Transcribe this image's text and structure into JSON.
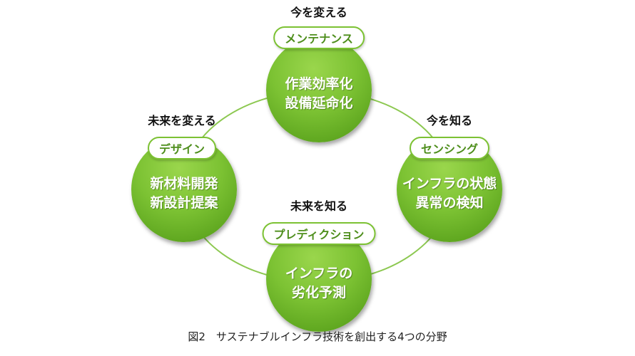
{
  "nodes": [
    {
      "heading": "今を変える",
      "tag": "メンテナンス",
      "lines": [
        "作業効率化",
        "設備延命化"
      ]
    },
    {
      "heading": "未来を変える",
      "tag": "デザイン",
      "lines": [
        "新材料開発",
        "新設計提案"
      ]
    },
    {
      "heading": "今を知る",
      "tag": "センシング",
      "lines": [
        "インフラの状態",
        "異常の検知"
      ]
    },
    {
      "heading": "未来を知る",
      "tag": "プレディクション",
      "lines": [
        "インフラの",
        "劣化予測"
      ]
    }
  ],
  "caption": "図2　サステナブルインフラ技術を創出する4つの分野",
  "colors": {
    "green": "#7cc233",
    "ring": "#8cc850"
  }
}
